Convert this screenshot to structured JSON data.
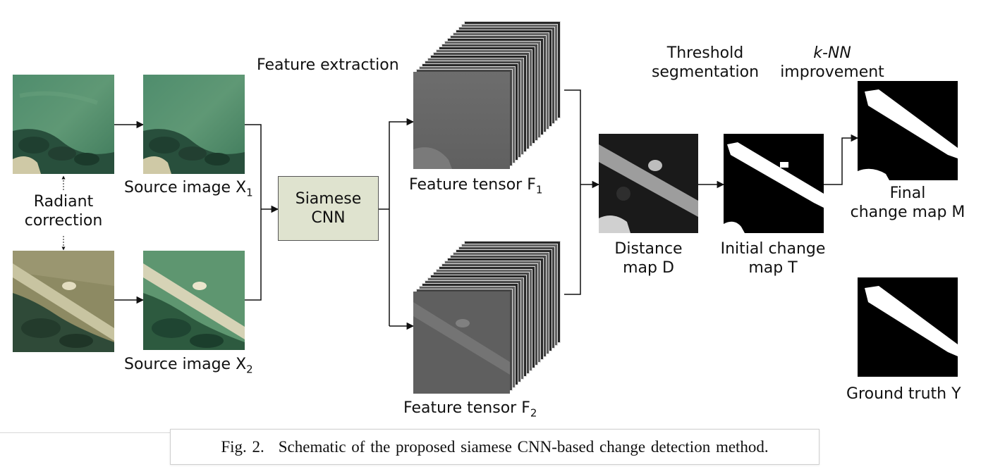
{
  "labels": {
    "feature_extraction": "Feature extraction",
    "threshold_segmentation": [
      "Threshold",
      "segmentation"
    ],
    "knn_improvement": [
      "k-NN",
      "improvement"
    ],
    "radiant_correction": [
      "Radiant",
      "correction"
    ],
    "source_image_x1": "Source image X",
    "source_image_x1_sub": "1",
    "source_image_x2": "Source image X",
    "source_image_x2_sub": "2",
    "siamese_cnn": [
      "Siamese",
      "CNN"
    ],
    "feature_tensor_f1": "Feature tensor F",
    "feature_tensor_f1_sub": "1",
    "feature_tensor_f2": "Feature tensor F",
    "feature_tensor_f2_sub": "2",
    "distance_map": [
      "Distance",
      "map D"
    ],
    "initial_change_map": [
      "Initial change",
      "map T"
    ],
    "final_change_map": [
      "Final",
      "change map M"
    ],
    "ground_truth": "Ground truth Y"
  },
  "caption": {
    "fig": "Fig. 2.",
    "text": "Schematic of the proposed siamese CNN-based change detection method."
  }
}
